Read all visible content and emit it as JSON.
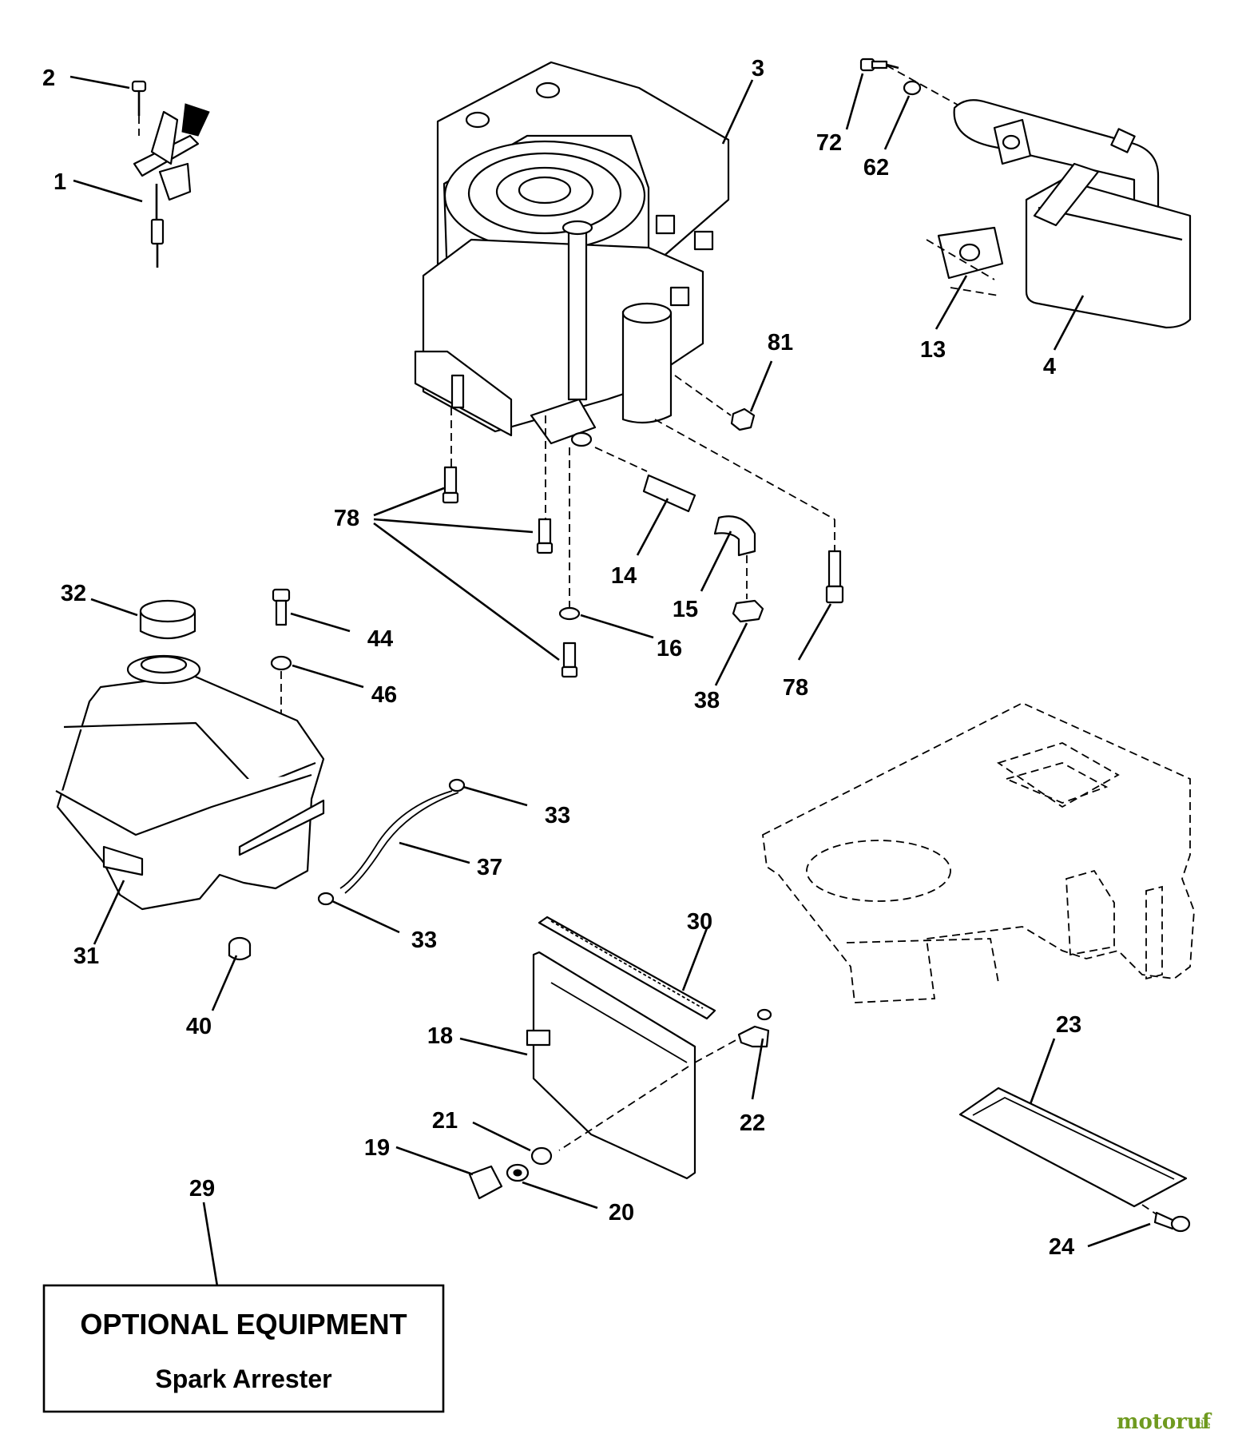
{
  "callouts": {
    "c1": "1",
    "c2": "2",
    "c3": "3",
    "c4": "4",
    "c13": "13",
    "c62": "62",
    "c72": "72",
    "c81": "81",
    "c78a": "78",
    "c78b": "78",
    "c14": "14",
    "c15": "15",
    "c16": "16",
    "c38": "38",
    "c32": "32",
    "c44": "44",
    "c46": "46",
    "c31": "31",
    "c33a": "33",
    "c33b": "33",
    "c37": "37",
    "c40": "40",
    "c30": "30",
    "c18": "18",
    "c22": "22",
    "c21": "21",
    "c19": "19",
    "c20": "20",
    "c23": "23",
    "c24": "24",
    "c29": "29"
  },
  "optional_box": {
    "title": "OPTIONAL EQUIPMENT",
    "item": "Spark Arrester"
  },
  "watermark": {
    "name": "motoruf",
    "tld": ".de",
    "color": "#6f9a1f"
  }
}
